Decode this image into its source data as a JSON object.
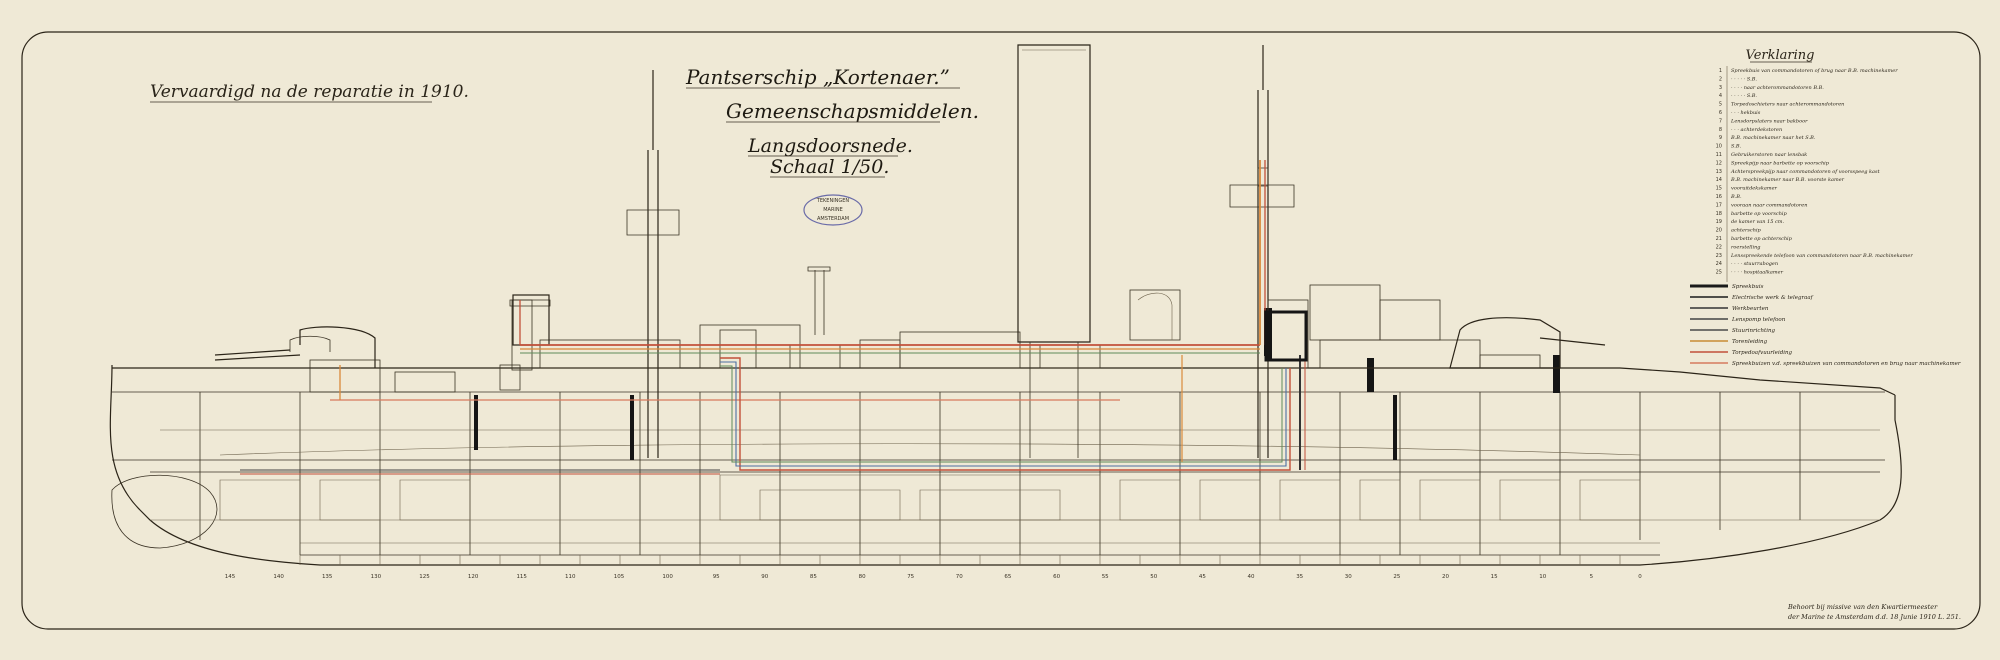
{
  "drawing": {
    "note": "Vervaardigd na de reparatie in 1910.",
    "title_line1": "Pantserschip „Kortenaer.”",
    "title_line2": "Gemeenschapsmiddelen.",
    "subtitle": "Langsdoorsnede.",
    "scale": "Schaal 1/50.",
    "stamp_line1": "TEKENINGEN",
    "stamp_line2": "MARINE",
    "stamp_line3": "AMSTERDAM",
    "signature_line1": "Behoort bij missive van den Kwartiermeester",
    "signature_line2": "der Marine te Amsterdam d.d. 18 Junie 1910 L. 251."
  },
  "legend": {
    "title": "Verklaring",
    "numbered": [
      {
        "n": "1",
        "text": "Spreekbuis van commandotoren of brug naar B.B. machinekamer"
      },
      {
        "n": "2",
        "text": "· · · · · S.B."
      },
      {
        "n": "3",
        "text": "· · · · naar achterommandotoren B.B."
      },
      {
        "n": "4",
        "text": "· · · · · S.B."
      },
      {
        "n": "5",
        "text": "Torpedoschieters naar achterommandotoren"
      },
      {
        "n": "6",
        "text": "· · · hekbuis"
      },
      {
        "n": "7",
        "text": "Lensdorpslaters naar bakboor"
      },
      {
        "n": "8",
        "text": "· · · achterdekstoren"
      },
      {
        "n": "9",
        "text": "B.B. machinekamer naar het S.B."
      },
      {
        "n": "10",
        "text": "S.B."
      },
      {
        "n": "11",
        "text": "Gebruikerstoren naar lensbak"
      },
      {
        "n": "12",
        "text": "Spreekpijp naar barbette op voorschip"
      },
      {
        "n": "13",
        "text": "Achterspreekpijp naar commandotoren of voorsspeeg kast"
      },
      {
        "n": "14",
        "text": "B.B. machinekamer naar B.B. voorste kamer"
      },
      {
        "n": "15",
        "text": "vooruitdekskamer"
      },
      {
        "n": "16",
        "text": "B.B."
      },
      {
        "n": "17",
        "text": "vooraan naar commandotoren"
      },
      {
        "n": "18",
        "text": "barbette op voorschip"
      },
      {
        "n": "19",
        "text": "de kamer van 15 cm."
      },
      {
        "n": "20",
        "text": "achterschip"
      },
      {
        "n": "21",
        "text": "barbette op achterschip"
      },
      {
        "n": "22",
        "text": "roerstelling"
      },
      {
        "n": "23",
        "text": "Lensspreekende telefoon van commandotoren naar B.B. machinekamer"
      },
      {
        "n": "24",
        "text": "· · · · stuurrabogen"
      },
      {
        "n": "25",
        "text": "· · · · hospitaalkamer"
      }
    ],
    "line_key": [
      {
        "label": "Spreekbuis",
        "color": "#1a1a1a"
      },
      {
        "label": "Electrische werk & telegraaf",
        "color": "#1a1a1a"
      },
      {
        "label": "Werkbeurten",
        "color": "#333333"
      },
      {
        "label": "Lenspomp telefoon",
        "color": "#444444"
      },
      {
        "label": "Stuurinrichting",
        "color": "#4a4a4a"
      },
      {
        "label": "Torenleiding",
        "color": "#c98c33"
      },
      {
        "label": "Torpedoafvuurleiding",
        "color": "#c2503a"
      },
      {
        "label": "Spreekbuizen v.d. spreekbuizen van commandotoren en brug naar machinekamer",
        "color": "#d67a5e"
      }
    ]
  },
  "frame_numbers": [
    "145",
    "140",
    "135",
    "130",
    "125",
    "120",
    "115",
    "110",
    "105",
    "100",
    "95",
    "90",
    "85",
    "80",
    "75",
    "70",
    "65",
    "60",
    "55",
    "50",
    "45",
    "40",
    "35",
    "30",
    "25",
    "20",
    "15",
    "10",
    "5",
    "0"
  ],
  "colors": {
    "paper": "#efe9d6",
    "ink": "#2b2418",
    "red_line": "#c2503a",
    "orange_line": "#d9893a",
    "green_line": "#5f8a5a",
    "blue_line": "#4e6fa3",
    "stamp": "#6a6ba8"
  }
}
